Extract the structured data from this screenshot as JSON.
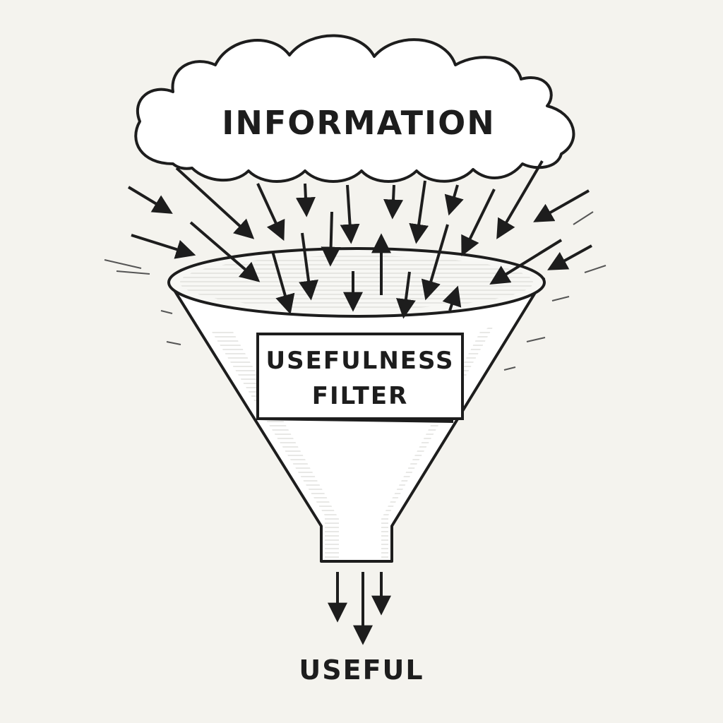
{
  "cloud": {
    "label": "INFORMATION"
  },
  "filter": {
    "line1": "USEFULNESS",
    "line2": "FILTER"
  },
  "output": {
    "label": "USEFUL"
  },
  "colors": {
    "ink": "#1d1d1d",
    "paper": "#f4f3ee",
    "fill": "#ffffff"
  }
}
